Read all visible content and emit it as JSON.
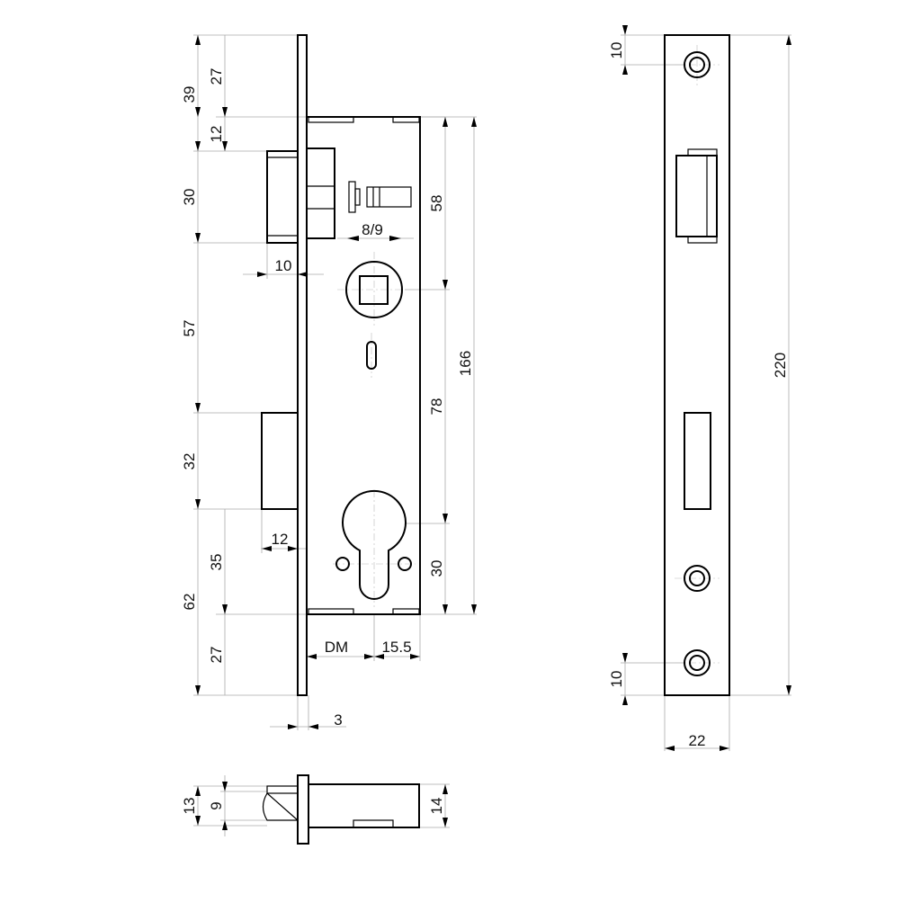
{
  "diagram": {
    "left_dims": {
      "d39": "39",
      "d27a": "27",
      "d12a": "12",
      "d30a": "30",
      "d57": "57",
      "d32": "32",
      "d62": "62",
      "d35": "35",
      "d27b": "27"
    },
    "horizontal_dims": {
      "d10": "10",
      "d8_9": "8/9",
      "d12b": "12",
      "dm": "DM",
      "d15_5": "15.5",
      "d3": "3"
    },
    "right_dims": {
      "d58": "58",
      "d166": "166",
      "d78": "78",
      "d30b": "30"
    },
    "strike_plate_dims": {
      "d10a": "10",
      "d10b": "10",
      "d220": "220",
      "d22": "22"
    },
    "bottom_view_dims": {
      "d13": "13",
      "d9": "9",
      "d14": "14"
    }
  }
}
